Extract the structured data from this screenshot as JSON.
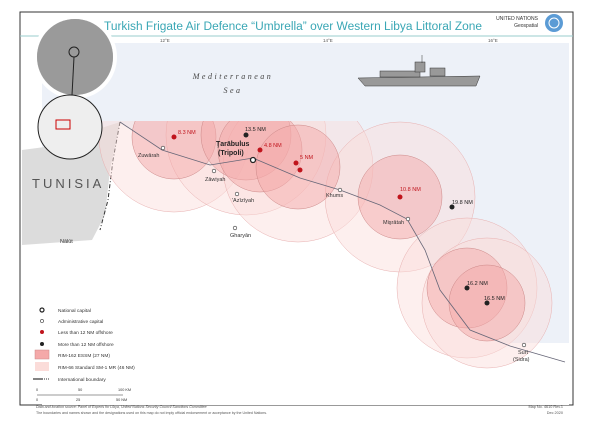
{
  "title": "Turkish Frigate Air Defence “Umbrella” over Western Libya Littoral Zone",
  "org": {
    "line1": "UNITED NATIONS",
    "line2": "Geospatial"
  },
  "graticule": [
    "12°E",
    "14°E",
    "16°E"
  ],
  "sea": {
    "line1": "Mediterranean",
    "line2": "Sea"
  },
  "country": "TUNISIA",
  "capital": {
    "line1": "Ţarābulus",
    "line2": "(Tripoli)"
  },
  "cities": [
    "Zuwārah",
    "Zāwiyah",
    "'Azīzīyah",
    "Gharyān",
    "Khums",
    "Mişrātah",
    "Nālūt"
  ],
  "surt": {
    "line1": "Surt",
    "line2": "(Sidra)"
  },
  "ship_points": {
    "red": [
      "8.3 NM",
      "4.8 NM",
      "5 NM",
      "10.8 NM"
    ],
    "black": [
      "13.5 NM",
      "19.8 NM",
      "16.2 NM",
      "16.5 NM"
    ]
  },
  "legend": [
    "National capital",
    "Administrative capital",
    "Less than 12 NM offshore",
    "More than 12 NM offshore",
    "RIM-162 ESSM (27 NM)",
    "RIM-66 Standard SM-1 MR (46 NM)",
    "International boundary"
  ],
  "scale": {
    "km": [
      "0",
      "50",
      "100 KM"
    ],
    "nm": [
      "0",
      "25",
      "50 NM"
    ]
  },
  "source": "Data and location source: Panel of Experts for Libya, United Nations Security Council Sanctions Committee",
  "disclaimer": "The boundaries and names shown and the designations used on this map do not imply official endorsement or acceptance by the United Nations.",
  "mapno": {
    "line1": "Map No. 4610 Rev.1",
    "line2": "Dec 2020"
  },
  "colors": {
    "title": "#3aa7b5",
    "red": "#c0141c",
    "essm": "#f4a9a9",
    "sm1": "#fbdcd9",
    "sea": "#edf1f8"
  }
}
